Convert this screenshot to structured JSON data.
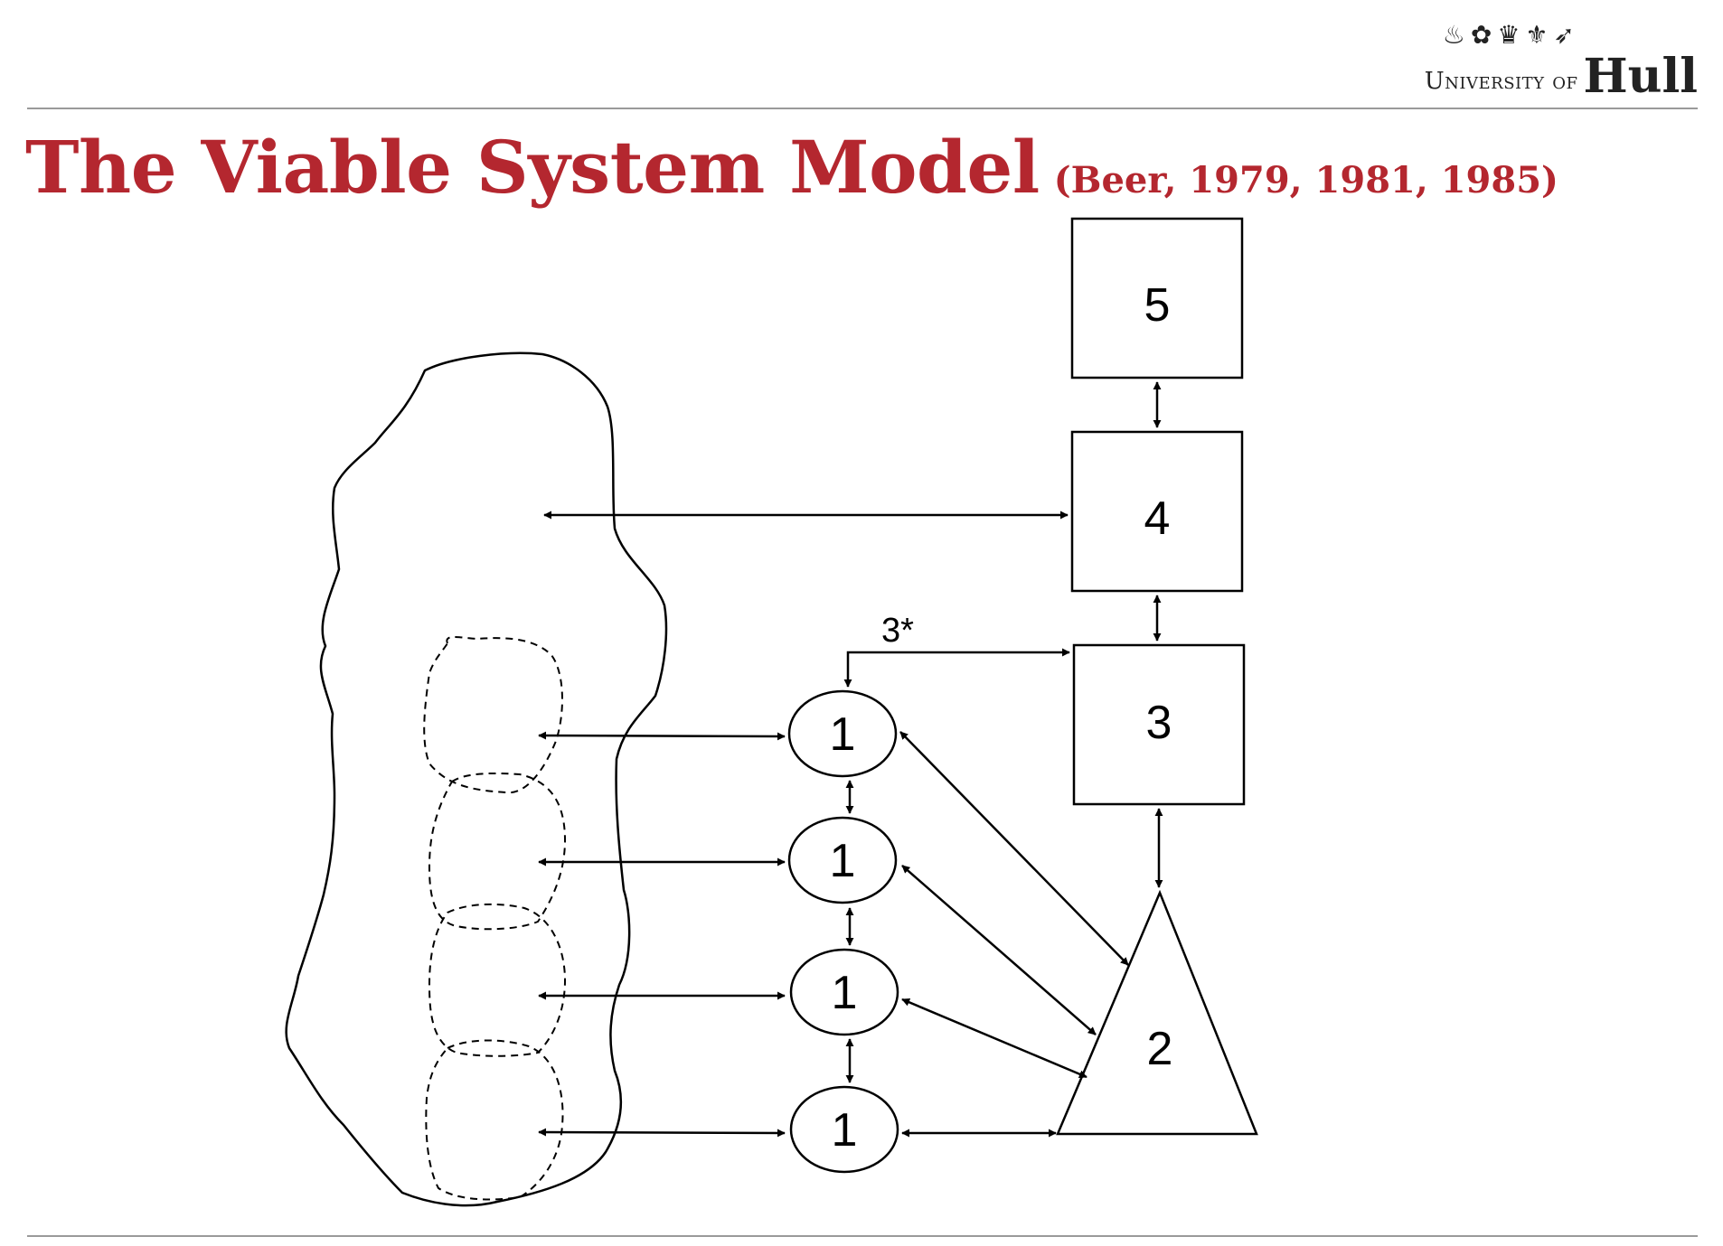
{
  "header": {
    "logo_text_prefix": "University of",
    "logo_text_name": "Hull",
    "logo_icons": [
      "torch-icon",
      "rose-icon",
      "crown-icon",
      "fleur-de-lis-icon",
      "bird-icon"
    ]
  },
  "title": {
    "main": "The Viable System Model",
    "citation": "(Beer, 1979, 1981, 1985)"
  },
  "colors": {
    "title": "#b4272f",
    "rule": "#9a9a9a",
    "stroke": "#000000"
  },
  "diagram": {
    "system_5_label": "5",
    "system_4_label": "4",
    "system_3_label": "3",
    "system_3star_label": "3*",
    "system_2_label": "2",
    "operations": [
      {
        "label": "1"
      },
      {
        "label": "1"
      },
      {
        "label": "1"
      },
      {
        "label": "1"
      }
    ]
  }
}
